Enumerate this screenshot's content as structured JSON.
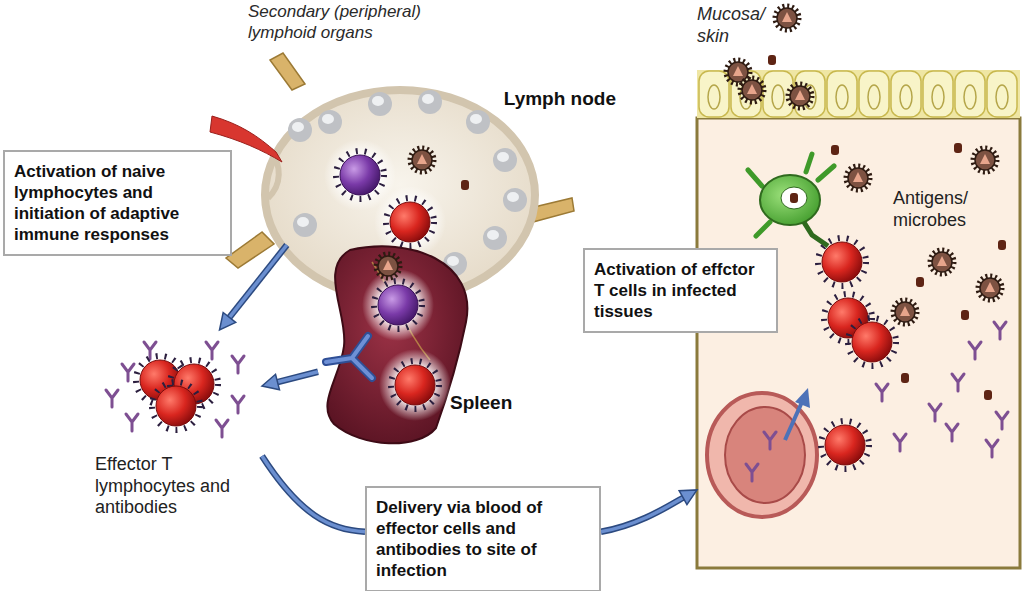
{
  "diagram": {
    "nodes": [
      {
        "text": [
          "Lymph node"
        ]
      },
      {
        "text": [
          "Activation of naive lymphocytes and initiation of adaptive immune responses"
        ]
      },
      {
        "text": [
          "Spleen"
        ]
      },
      {
        "text": [
          "Effector T lymphocytes and antibodies"
        ]
      },
      {
        "text": [
          "Mucosa/ skin"
        ]
      },
      {
        "text": [
          "Activation of effctor T cells in infected tissues"
        ]
      },
      {
        "text": [
          "Delivery via blood of effector cells and antibodies to site of infection"
        ]
      }
    ],
    "edges": [
      {
        "from": 0,
        "to": 3,
        "arrow": "to"
      },
      {
        "from": 2,
        "to": 3,
        "arrow": "to"
      },
      {
        "from": 3,
        "to": 6,
        "arrow": "none"
      },
      {
        "from": 6,
        "to": 4,
        "arrow": "to"
      }
    ],
    "labels": [
      "Secondary (peripheral) lymphoid organs",
      "Antigens/ microbes"
    ]
  }
}
